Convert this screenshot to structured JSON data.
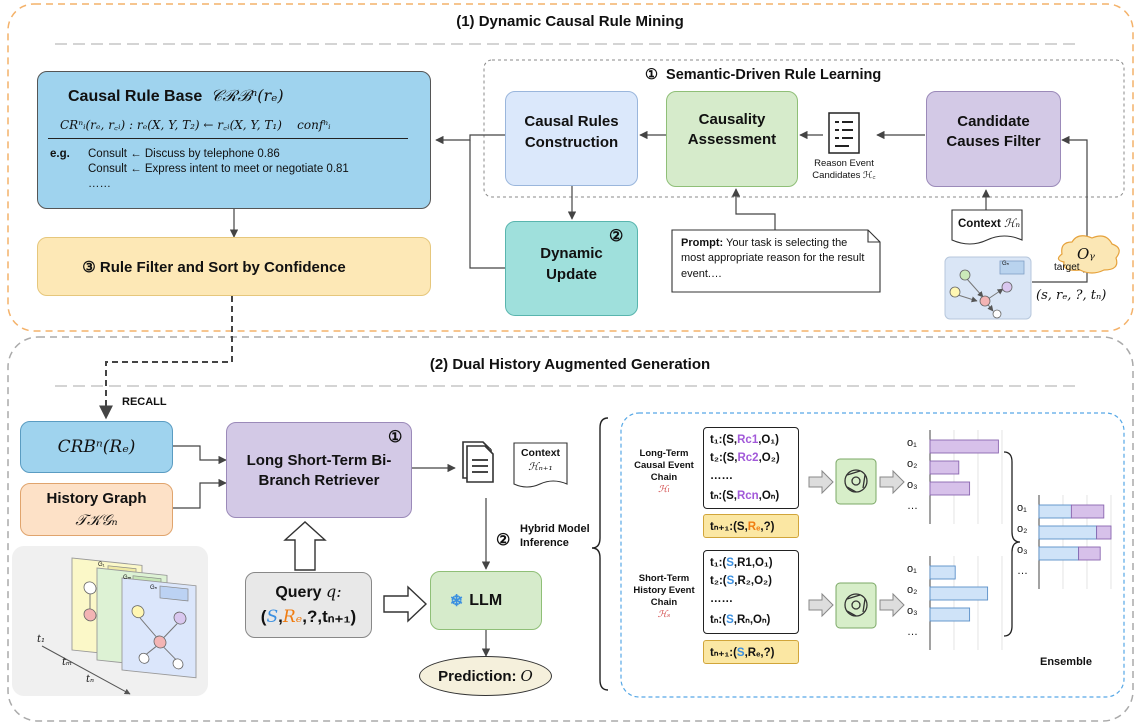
{
  "section1": {
    "title": "(1) Dynamic Causal Rule Mining",
    "crb_title": "Causal Rule Base",
    "crb_title_math": "𝒞ℛℬⁿ(rₑ)",
    "crb_formula": "CRⁿᵢ(rₑ, r꜀ᵢ) : rₑ(X, Y, T₂) ← r꜀ᵢ(X, Y, T₁)    confⁿᵢ",
    "eg_label": "e.g.",
    "eg_line1": "Consult ← Discuss by telephone 0.86",
    "eg_line2": "Consult ← Express intent to meet or negotiate 0.81",
    "eg_ellipsis": "……",
    "semantic_title": "①  Semantic-Driven Rule Learning",
    "causal_rules_construction": "Causal Rules Construction",
    "causality_assessment": "Causality Assessment",
    "candidate_causes_filter": "Candidate Causes Filter",
    "reason_event_line1": "Reason Event",
    "reason_event_line2": "Candidates ℋ꜀",
    "dynamic_update": "Dynamic Update",
    "dynamic_update_num": "②",
    "prompt_label": "Prompt:",
    "prompt_text": " Your task is selecting the most appropriate reason for the result event.…",
    "context_label": "Context",
    "context_math": "ℋₙ",
    "oy": "Oᵧ",
    "target": "target",
    "query_tuple": "(s, rₑ, ?, tₙ)",
    "mini_graph_tag": "Gₙ",
    "rule_filter": "③  Rule Filter and Sort by Confidence"
  },
  "section2": {
    "title": "(2) Dual History Augmented Generation",
    "recall": "RECALL",
    "crb_small": "CRBⁿ(Rₑ)",
    "history_graph": "History Graph",
    "tkg": "𝒯𝒦𝒢ₙ",
    "retriever_num": "①",
    "retriever": "Long Short-Term Bi-Branch Retriever",
    "query_label": "Query",
    "query_q": "q:",
    "query_S": "S",
    "query_Re": "Rₑ",
    "query_rest": ",?,tₙ₊₁)",
    "llm": "LLM",
    "prediction": "Prediction:",
    "prediction_o": "O",
    "context2_label": "Context",
    "context2_math": "ℋₙ₊₁",
    "hybrid_num": "②",
    "hybrid": "Hybrid Model Inference",
    "graph_tags": [
      "G₁",
      "Gₘ",
      "Gₙ"
    ],
    "t_labels": [
      "t₁",
      "tₘ",
      "tₙ"
    ],
    "long_term_label": "Long-Term Causal Event Chain",
    "long_term_math": "ℋₗ",
    "short_term_label": "Short-Term History Event Chain",
    "short_term_math": "ℋₛ",
    "long_chain": [
      "t₁:(S,",
      "Rc1",
      ",O₁)",
      "t₂:(S,",
      "Rc2",
      ",O₂)",
      "……",
      "tₙ:(S,",
      "Rcn",
      ",Oₙ)"
    ],
    "long_next": [
      "tₙ₊₁:(S,",
      "Rₑ",
      ",?)"
    ],
    "short_chain": [
      "t₁:(",
      "S",
      ",R1,O₁)",
      "t₂:(",
      "S",
      ",R₂,O₂)",
      "……",
      "tₙ:(",
      "S",
      ",Rₙ,Oₙ)"
    ],
    "short_next": [
      "tₙ₊₁:(",
      "S",
      ",Rₑ,?)"
    ],
    "o_labels": [
      "o₁",
      "o₂",
      "o₃",
      "…"
    ],
    "ensemble": "Ensemble"
  },
  "colors": {
    "orange_dash": "#f4b26a",
    "crb_fill": "#9fd3ee",
    "rule_fill": "#fde8b6",
    "purple_fill": "#d3c9e6",
    "green_fill": "#d6ebcb",
    "teal_fill": "#9fe0dc",
    "blue_fill": "#dbe8fb",
    "history_fill": "#fde1c7",
    "accent_purple": "#a259d9",
    "accent_orange": "#f07c10",
    "accent_blue": "#3a8fe0"
  },
  "chart_data": [
    {
      "type": "bar",
      "categories": [
        "o₁",
        "o₂",
        "o₃",
        "…"
      ],
      "values": [
        0.95,
        0.4,
        0.55,
        0
      ],
      "color": "purple"
    },
    {
      "type": "bar",
      "categories": [
        "o₁",
        "o₂",
        "o₃",
        "…"
      ],
      "values": [
        0.35,
        0.8,
        0.55,
        0
      ],
      "color": "blue"
    },
    {
      "type": "bar",
      "categories": [
        "o₁",
        "o₂",
        "o₃",
        "…"
      ],
      "series": [
        {
          "values": [
            0.45,
            0.8,
            0.55,
            0
          ]
        },
        {
          "values": [
            0.45,
            0.2,
            0.3,
            0
          ]
        }
      ]
    }
  ]
}
